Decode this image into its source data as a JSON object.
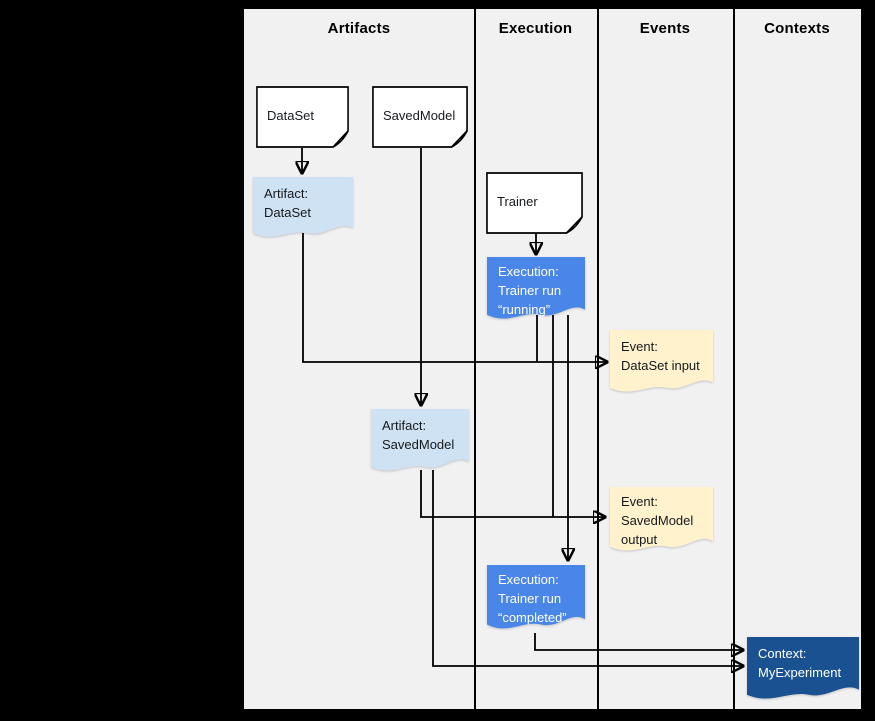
{
  "columns": [
    {
      "label": "Artifacts"
    },
    {
      "label": "Execution"
    },
    {
      "label": "Events"
    },
    {
      "label": "Contexts"
    }
  ],
  "nodes": {
    "dataset": {
      "lines": [
        "DataSet"
      ]
    },
    "savedmodel": {
      "lines": [
        "SavedModel"
      ]
    },
    "trainer": {
      "lines": [
        "Trainer"
      ]
    },
    "artifact_dataset": {
      "lines": [
        "Artifact:",
        "DataSet"
      ]
    },
    "execution_running": {
      "lines": [
        "Execution:",
        "Trainer run",
        "“running”"
      ]
    },
    "event_dataset_input": {
      "lines": [
        "Event:",
        "DataSet input"
      ]
    },
    "artifact_savedmodel": {
      "lines": [
        "Artifact:",
        "SavedModel"
      ]
    },
    "event_savedmodel_output": {
      "lines": [
        "Event:",
        "SavedModel",
        "output"
      ]
    },
    "execution_completed": {
      "lines": [
        "Execution:",
        "Trainer run",
        "“completed”"
      ]
    },
    "context_myexperiment": {
      "lines": [
        "Context:",
        "MyExperiment"
      ]
    }
  },
  "colors": {
    "page_background": "#000000",
    "panel_background": "#f1f1f2",
    "note_fill": "#ffffff",
    "artifact_blue": "#cfe2f3",
    "execution_blue": "#4a86e8",
    "event_yellow": "#fff2cc",
    "context_dark_blue": "#1a5291",
    "line_color": "#000000"
  }
}
